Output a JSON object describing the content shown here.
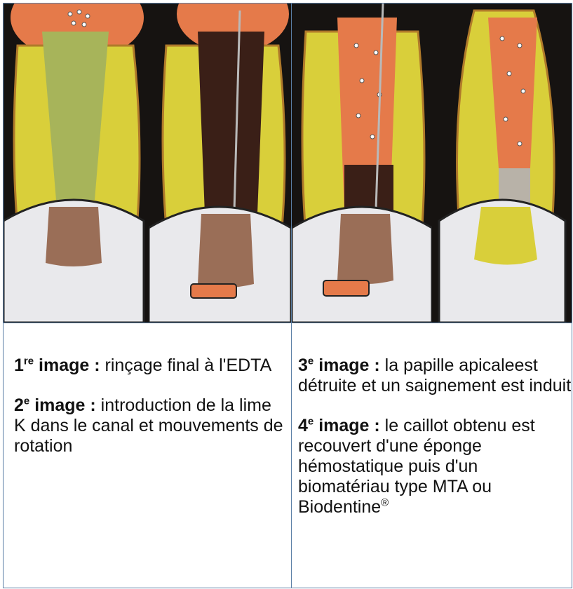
{
  "captions": {
    "left": [
      {
        "num": "1",
        "sup": "re",
        "label": " image :",
        "text": " rinçage final à l'EDTA"
      },
      {
        "num": "2",
        "sup": "e",
        "label": " image :",
        "text": " introduction de la lime K dans le canal et mouvements de rotation"
      }
    ],
    "right": [
      {
        "num": "3",
        "sup": "e",
        "label": " image :",
        "text": " la papille apicaleest détruite et un saignement est induit"
      },
      {
        "num": "4",
        "sup": "e",
        "label": " image :",
        "text": " le caillot obtenu est recouvert d'une éponge hémostatique puis d'un biomatériau type MTA ou Biodentine",
        "suffix_sup": "®"
      }
    ]
  },
  "colors": {
    "background": "#161311",
    "enamel_yellow": "#d9cf3a",
    "dentin_green": "#a7b45a",
    "cap_orange": "#e57a4a",
    "bone_white": "#e9e9ec",
    "apex_brown": "#9a6e57",
    "canal_dark": "#3a1f17",
    "border_blue": "#5b7fa6"
  },
  "icons": [
    "tooth-diagram-1",
    "tooth-diagram-2",
    "tooth-diagram-3",
    "tooth-diagram-4"
  ]
}
